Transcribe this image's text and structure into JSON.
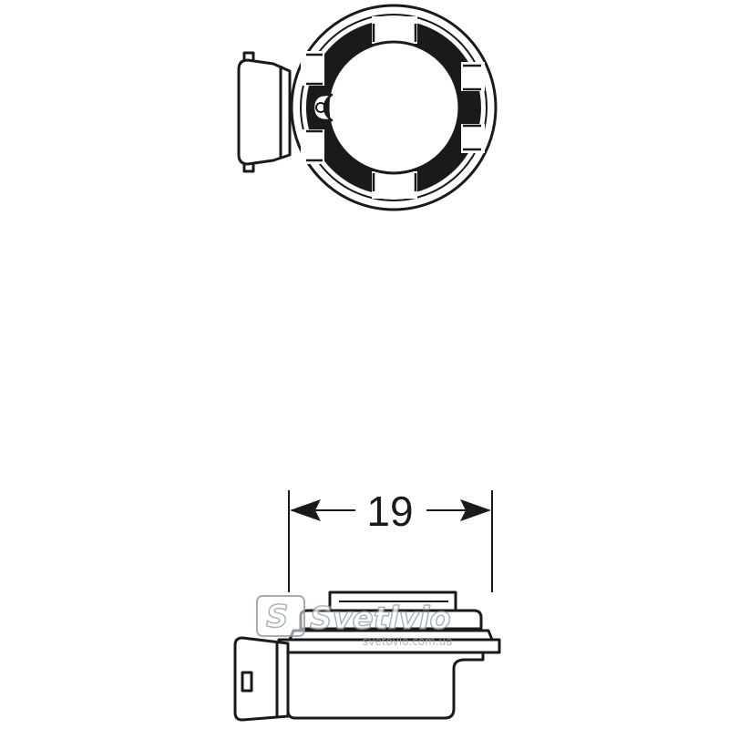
{
  "dimension": {
    "width_label": "19"
  },
  "watermark": {
    "brand": "Svetlvio",
    "url": "svetovio.com.ua"
  },
  "colors": {
    "line": "#1a1a1a",
    "watermark": "#8a9aa8"
  }
}
